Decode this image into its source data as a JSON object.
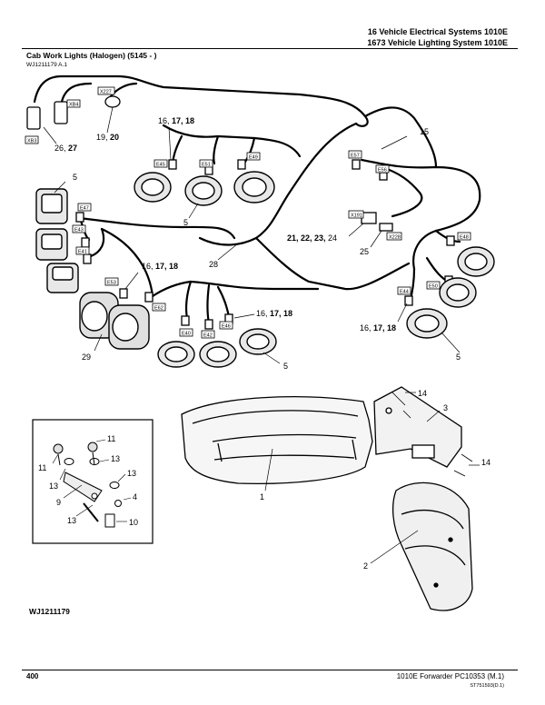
{
  "header": {
    "line1": "16 Vehicle Electrical Systems 1010E",
    "line2": "1673 Vehicle Lighting System 1010E"
  },
  "section": {
    "title": "Cab Work Lights (Halogen) (5145 - )",
    "reference": "WJ1211179 A.1"
  },
  "callouts": {
    "c1": "1",
    "c2": "2",
    "c3": "3",
    "c4": "4",
    "c5": "5",
    "c9": "9",
    "c10": "10",
    "c11": "11",
    "c13": "13",
    "c14": "14",
    "c15": "15",
    "c16": "16, ",
    "c17_18": "17, 18",
    "c19": "19, ",
    "c20": "20",
    "c21_23": "21, 22, 23, ",
    "c24": "24",
    "c25": "25",
    "c26": "26, ",
    "c27": "27",
    "c28": "28",
    "c29": "29"
  },
  "connectors": {
    "xb3": "XB3",
    "xb4": "XB4",
    "x227": "X227",
    "e45": "E45",
    "e51": "E51",
    "e49": "E49",
    "e47": "E47",
    "e43": "E43",
    "e41": "E41",
    "e53": "E53",
    "e62": "E62",
    "e40": "E40",
    "e42": "E42",
    "e46": "E46",
    "e57": "E57",
    "e56": "E56",
    "x191": "X191",
    "x228": "X228",
    "e48": "E48",
    "e50": "E50",
    "e44": "E44"
  },
  "figure_label": "WJ1211179",
  "footer": {
    "page_number": "400",
    "model": "1010E Forwarder    PC10353    (M.1)",
    "code": "ST751593(D.1)"
  }
}
